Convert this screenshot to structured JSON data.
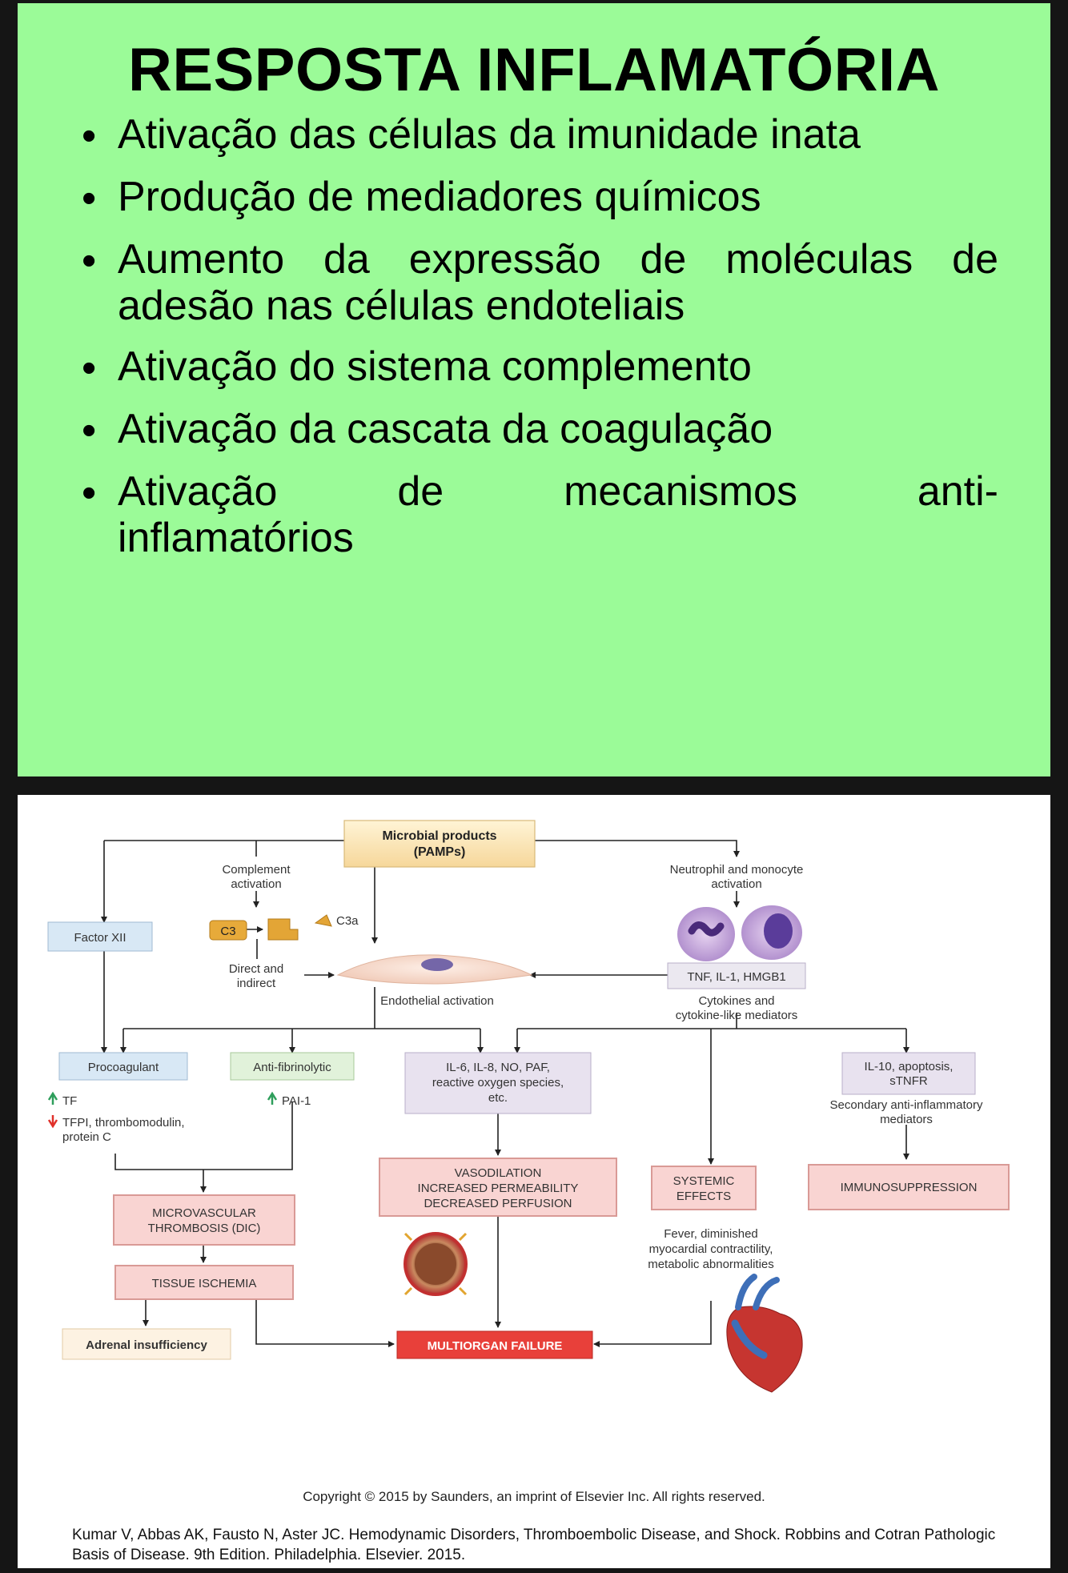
{
  "slide": {
    "title": "RESPOSTA INFLAMATÓRIA",
    "bullets": [
      {
        "lines": [
          "Ativação das células da imunidade inata"
        ]
      },
      {
        "lines": [
          "Produção de mediadores químicos"
        ]
      },
      {
        "lines": [
          "Aumento da expressão de moléculas de",
          "adesão nas células endoteliais"
        ]
      },
      {
        "lines": [
          "Ativação do sistema complemento"
        ]
      },
      {
        "lines": [
          "Ativação da cascata da coagulação"
        ]
      },
      {
        "lines": [
          "Ativação de mecanismos anti-",
          "inflamatórios"
        ]
      }
    ],
    "bullet_words_last": [
      "Ativação",
      "de",
      "mecanismos",
      "anti-"
    ]
  },
  "diagram": {
    "microbial": [
      "Microbial products",
      "(PAMPs)"
    ],
    "complement": [
      "Complement",
      "activation"
    ],
    "neutrophil": [
      "Neutrophil and monocyte",
      "activation"
    ],
    "factor_xii": "Factor XII",
    "c3": "C3",
    "c3a": "C3a",
    "direct": [
      "Direct and",
      "indirect"
    ],
    "endothelial": "Endothelial activation",
    "tnf": "TNF, IL-1, HMGB1",
    "cytokines": [
      "Cytokines and",
      "cytokine-like mediators"
    ],
    "procoagulant": "Procoagulant",
    "tf": "TF",
    "tfpi": [
      "TFPI, thrombomodulin,",
      "protein C"
    ],
    "antifibrinolytic": "Anti-fibrinolytic",
    "pai1": "PAI-1",
    "il6": [
      "IL-6, IL-8, NO, PAF,",
      "reactive oxygen species,",
      "etc."
    ],
    "il10": [
      "IL-10, apoptosis,",
      "sTNFR"
    ],
    "secondary": [
      "Secondary anti-inflammatory",
      "mediators"
    ],
    "micro": [
      "MICROVASCULAR",
      "THROMBOSIS (DIC)"
    ],
    "vaso": [
      "VASODILATION",
      "INCREASED PERMEABILITY",
      "DECREASED PERFUSION"
    ],
    "systemic": [
      "SYSTEMIC",
      "EFFECTS"
    ],
    "immuno": "IMMUNOSUPPRESSION",
    "fever": [
      "Fever, diminished",
      "myocardial contractility,",
      "metabolic abnormalities"
    ],
    "ischemia": "TISSUE ISCHEMIA",
    "adrenal": "Adrenal insufficiency",
    "multiorgan": "MULTIORGAN FAILURE",
    "colors": {
      "up_arrow": "#2e9e5b",
      "down_arrow": "#e0302a",
      "red_box": "#f9d4d2",
      "blue_box": "#d8e8f5",
      "purple_box": "#e8e2ef",
      "multiorgan": "#e8403a"
    }
  },
  "copyright": "Copyright © 2015 by Saunders, an imprint of Elsevier Inc. All rights reserved.",
  "citation": "Kumar V, Abbas AK, Fausto N, Aster JC. Hemodynamic Disorders, Thromboembolic Disease, and Shock. Robbins and Cotran Pathologic Basis of Disease. 9th Edition. Philadelphia. Elsevier. 2015."
}
